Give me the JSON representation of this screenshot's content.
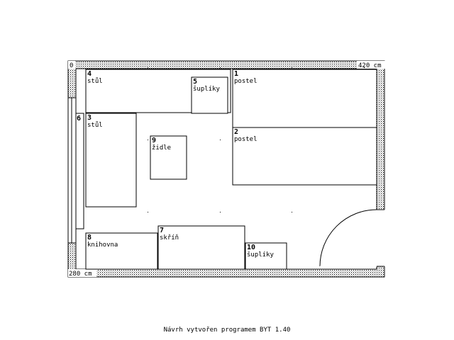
{
  "room": {
    "width_label": "420 cm",
    "height_label": "280 cm",
    "origin_label": "0"
  },
  "furniture": [
    {
      "number": "1",
      "name": "postel"
    },
    {
      "number": "2",
      "name": "postel"
    },
    {
      "number": "3",
      "name": "stůl"
    },
    {
      "number": "4",
      "name": "stůl"
    },
    {
      "number": "5",
      "name": "šuplíky"
    },
    {
      "number": "6",
      "name": ""
    },
    {
      "number": "7",
      "name": "skříň"
    },
    {
      "number": "8",
      "name": "knihovna"
    },
    {
      "number": "9",
      "name": "židle"
    },
    {
      "number": "10",
      "name": "šuplíky"
    }
  ],
  "footer": {
    "text": "Návrh vytvořen programem BYT 1.40"
  }
}
